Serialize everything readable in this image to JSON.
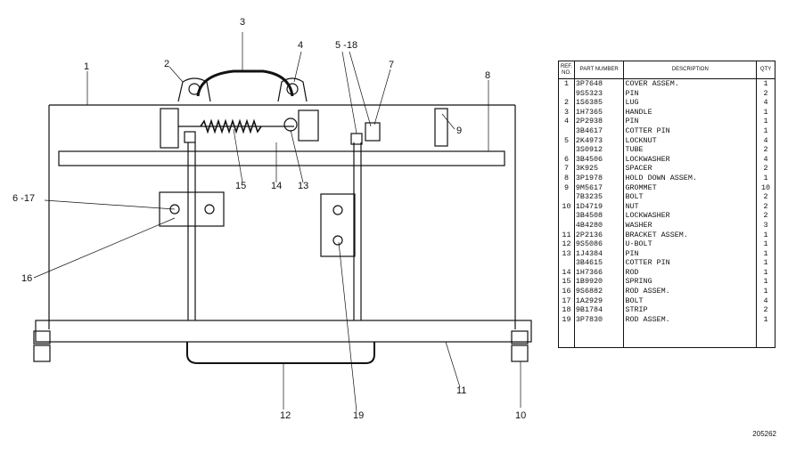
{
  "callouts": {
    "c1": "1",
    "c2": "2",
    "c3": "3",
    "c4": "4",
    "c5_18": "5 -18",
    "c6_17": "6 -17",
    "c7": "7",
    "c8": "8",
    "c9": "9",
    "c10": "10",
    "c11": "11",
    "c12": "12",
    "c13": "13",
    "c14": "14",
    "c15": "15",
    "c16": "16",
    "c19": "19"
  },
  "table": {
    "headers": {
      "ref": "REF. NO.",
      "part": "PART NUMBER",
      "desc": "DESCRIPTION",
      "qty": "QTY"
    },
    "rows": [
      {
        "ref": "1",
        "part": "3P7648",
        "desc": "COVER ASSEM.",
        "qty": "1"
      },
      {
        "ref": "",
        "part": "9S5323",
        "desc": "PIN",
        "qty": "2"
      },
      {
        "ref": "2",
        "part": "1S6385",
        "desc": "LUG",
        "qty": "4"
      },
      {
        "ref": "3",
        "part": "1H7365",
        "desc": "HANDLE",
        "qty": "1"
      },
      {
        "ref": "4",
        "part": "2P2938",
        "desc": "PIN",
        "qty": "1"
      },
      {
        "ref": "",
        "part": "3B4617",
        "desc": "COTTER PIN",
        "qty": "1"
      },
      {
        "ref": "5",
        "part": "2K4973",
        "desc": "LOCKNUT",
        "qty": "4"
      },
      {
        "ref": "",
        "part": "3S0912",
        "desc": "TUBE",
        "qty": "2"
      },
      {
        "ref": "6",
        "part": "3B4506",
        "desc": "LOCKWASHER",
        "qty": "4"
      },
      {
        "ref": "7",
        "part": "3K925",
        "desc": "SPACER",
        "qty": "2"
      },
      {
        "ref": "8",
        "part": "3P1978",
        "desc": "HOLD DOWN ASSEM.",
        "qty": "1"
      },
      {
        "ref": "9",
        "part": "9M5617",
        "desc": "GROMMET",
        "qty": "10"
      },
      {
        "ref": "",
        "part": "7B3235",
        "desc": "BOLT",
        "qty": "2"
      },
      {
        "ref": "10",
        "part": "1D4719",
        "desc": "NUT",
        "qty": "2"
      },
      {
        "ref": "",
        "part": "3B4508",
        "desc": "LOCKWASHER",
        "qty": "2"
      },
      {
        "ref": "",
        "part": "4B4280",
        "desc": "WASHER",
        "qty": "3"
      },
      {
        "ref": "11",
        "part": "2P2136",
        "desc": "BRACKET ASSEM.",
        "qty": "1"
      },
      {
        "ref": "12",
        "part": "9S5086",
        "desc": "U-BOLT",
        "qty": "1"
      },
      {
        "ref": "13",
        "part": "1J4384",
        "desc": "PIN",
        "qty": "1"
      },
      {
        "ref": "",
        "part": "3B4615",
        "desc": "COTTER PIN",
        "qty": "1"
      },
      {
        "ref": "14",
        "part": "1H7366",
        "desc": "ROD",
        "qty": "1"
      },
      {
        "ref": "15",
        "part": "1B9920",
        "desc": "SPRING",
        "qty": "1"
      },
      {
        "ref": "16",
        "part": "9S6882",
        "desc": "ROD ASSEM.",
        "qty": "1"
      },
      {
        "ref": "17",
        "part": "1A2929",
        "desc": "BOLT",
        "qty": "4"
      },
      {
        "ref": "18",
        "part": "9B1784",
        "desc": "STRIP",
        "qty": "2"
      },
      {
        "ref": "19",
        "part": "3P7830",
        "desc": "ROD ASSEM.",
        "qty": "1"
      }
    ]
  },
  "drawing_number": "205262"
}
